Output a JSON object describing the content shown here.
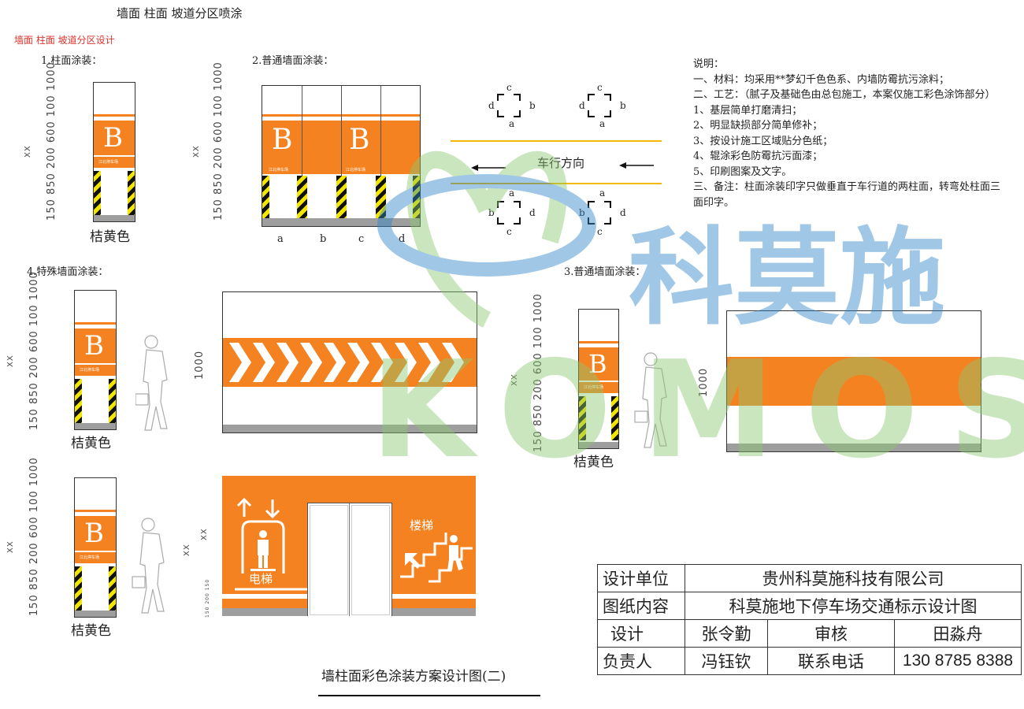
{
  "header": {
    "title": "墙面 柱面 坡道分区喷涂",
    "subtitle": "墙面 柱面 坡道分区设计"
  },
  "sections": {
    "pillar": "1.柱面涂装：",
    "wall_normal": "2.普通墙面涂装：",
    "wall_special": "4.特殊墙面涂装：",
    "wall_normal_3": "3.普通墙面涂装："
  },
  "pillar": {
    "letter": "B",
    "caption": "桔黄色",
    "small_text": "江北停车场",
    "dims": "150  850  200 600 100  1000",
    "xx": "XX"
  },
  "wall_dims": {
    "thousand": "1000",
    "xx": "XX",
    "small": "150  200 150"
  },
  "face_labels": [
    "a",
    "b",
    "c",
    "d"
  ],
  "traffic": {
    "direction": "车行方向",
    "corner": {
      "top": "c",
      "left": "d",
      "right": "b",
      "bottom": "a"
    },
    "corner2": {
      "top": "a",
      "left": "b",
      "right": "d",
      "bottom": "c"
    }
  },
  "signs": {
    "elevator": "电梯",
    "stairs": "楼梯"
  },
  "notes": [
    "说明：",
    "一、材料：均采用**梦幻千色色系、内墙防霉抗污涂料；",
    "二、工艺：（腻子及基础色由总包施工，本案仅施工彩色涂饰部分）",
    "1、基层简单打磨清扫；",
    "2、明显缺损部分简单修补；",
    "3、按设计施工区域贴分色纸；",
    "4、辊涂彩色防霉抗污面漆；",
    "5、印刷图案及文字。",
    "三、备注：柱面涂装印字只做垂直于车行道的两柱面，转弯处柱面三",
    "面印字。"
  ],
  "watermark": {
    "cn": "科莫施",
    "en": "KOMOS"
  },
  "title_block": {
    "design_unit_label": "设计单位",
    "design_unit": "贵州科莫施科技有限公司",
    "content_label": "图纸内容",
    "content": "科莫施地下停车场交通标示设计图",
    "designer_label": "设计",
    "designer": "张令勤",
    "reviewer_label": "审核",
    "reviewer": "田淼舟",
    "owner_label": "负责人",
    "owner": "冯钰钦",
    "phone_label": "联系电话",
    "phone": "130 8785 8388"
  },
  "bottom_title": "墙柱面彩色涂装方案设计图(二)",
  "colors": {
    "orange": "#f58220",
    "gray": "#9e9e9e",
    "yellow": "#f2e600"
  }
}
